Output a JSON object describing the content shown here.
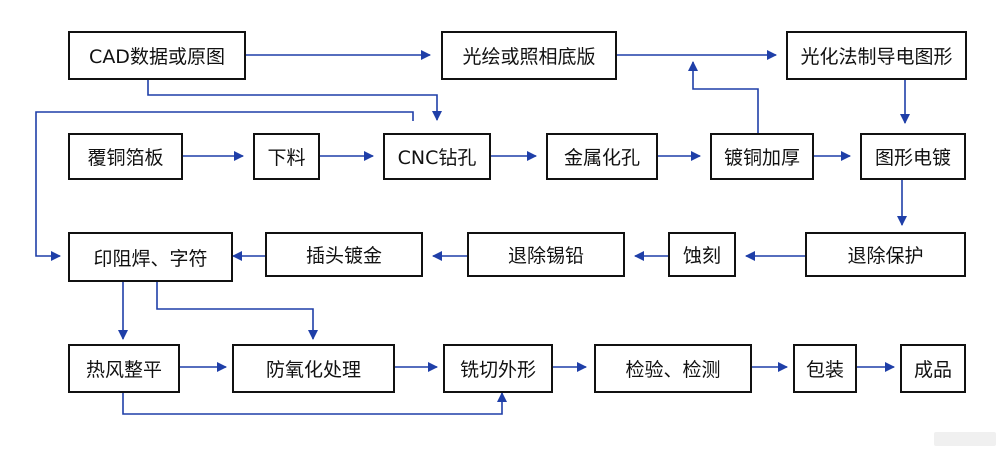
{
  "colors": {
    "arrow": "#1f3fa8",
    "border": "#111111"
  },
  "nodes": {
    "cad": "CAD数据或原图",
    "photoplot": "光绘或照相底版",
    "photo_pattern": "光化法制导电图形",
    "ccl": "覆铜箔板",
    "cutting": "下料",
    "cnc": "CNC钻孔",
    "metallize": "金属化孔",
    "cu_plate": "镀铜加厚",
    "pattern_plate": "图形电镀",
    "solder_mask": "印阻焊、字符",
    "gold_finger": "插头镀金",
    "strip_tinlead": "退除锡铅",
    "etch": "蚀刻",
    "strip_resist": "退除保护",
    "hasl": "热风整平",
    "osp": "防氧化处理",
    "routing": "铣切外形",
    "inspect": "检验、检测",
    "pack": "包装",
    "product": "成品"
  }
}
